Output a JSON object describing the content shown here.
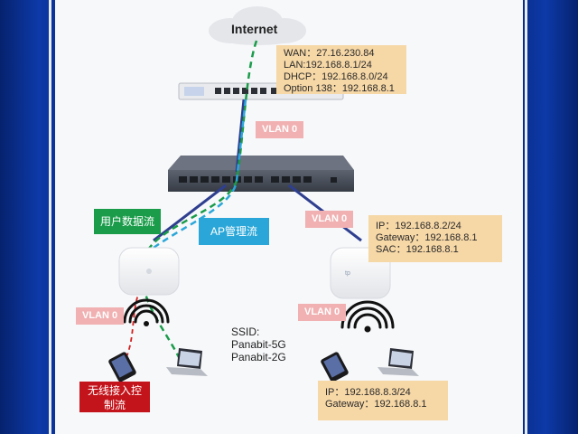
{
  "internet": {
    "label": "Internet"
  },
  "wan_info": {
    "lines": [
      "WAN：27.16.230.84",
      "LAN:192.168.8.1/24",
      "DHCP：192.168.8.0/24",
      "Option 138：192.168.8.1"
    ]
  },
  "vlans": {
    "router_switch": "VLAN 0",
    "switch_ap2": "VLAN 0",
    "ap1_wireless": "VLAN 0",
    "ap2_wireless": "VLAN 0"
  },
  "flows": {
    "user_data": "用户数据流",
    "ap_mgmt": "AP管理流"
  },
  "ap2_info": {
    "lines": [
      "IP：192.168.8.2/24",
      "Gateway：192.168.8.1",
      "SAC：192.168.8.1"
    ]
  },
  "ssid": {
    "lines": [
      "SSID:",
      "Panabit-5G",
      "Panabit-2G"
    ]
  },
  "client_info": {
    "lines": [
      "IP：192.168.8.3/24",
      "Gateway：192.168.8.1"
    ]
  },
  "access_control": {
    "lines": [
      "无线接入控",
      "制流"
    ]
  },
  "colors": {
    "green_flow": "#1a9c4a",
    "blue_flow": "#2aa7d8",
    "red_flow": "#d42020",
    "vlan_bg": "#f1b1b2",
    "info_bg": "#f6d7a6",
    "frame": "#0a2a80"
  }
}
